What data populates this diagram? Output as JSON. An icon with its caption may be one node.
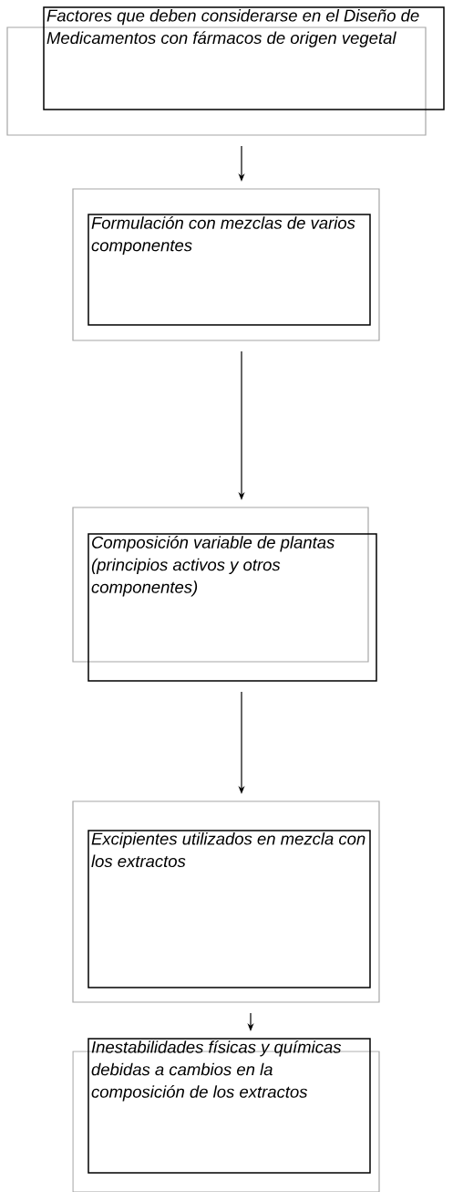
{
  "diagram": {
    "nodes": [
      {
        "text": [
          "Factores que deben considerarse en el Diseño de Medicamentos con fármacos de origen vegetal"
        ]
      },
      {
        "text": [
          "Formulación con mezclas de varios componentes"
        ]
      },
      {
        "text": [
          "Composición variable de plantas (principios activos y otros  componentes)"
        ]
      },
      {
        "text": [
          "Excipientes utilizados en mezcla con los extractos"
        ]
      },
      {
        "text": [
          "Inestabilidades físicas y químicas debidas a cambios en la composición de los extractos"
        ]
      }
    ],
    "edges": [
      {
        "from": 0,
        "to": 1,
        "arrow": "to"
      },
      {
        "from": 1,
        "to": 2,
        "arrow": "to"
      },
      {
        "from": 2,
        "to": 3,
        "arrow": "to"
      },
      {
        "from": 3,
        "to": 4,
        "arrow": "to"
      }
    ]
  }
}
